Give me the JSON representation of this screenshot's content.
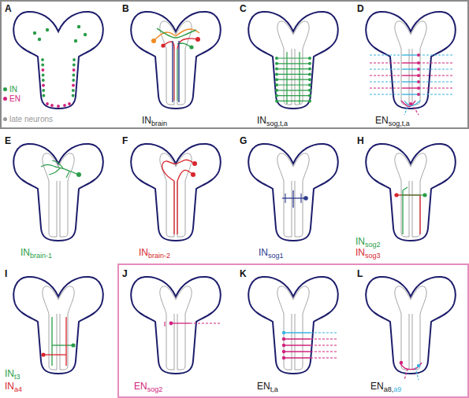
{
  "diagram": {
    "labels": [
      "A",
      "B",
      "C",
      "D",
      "INbrain",
      "INsog,t,a",
      "ENsog,t,a",
      "E",
      "F",
      "G",
      "H",
      "INbrain-1",
      "INbrain-2",
      "INsog1",
      "INsog2",
      "INsog3",
      "I",
      "J",
      "K",
      "L",
      "INt3",
      "INa4",
      "ENsog2",
      "ENt,a",
      "ENa8,a9"
    ],
    "legend": [
      {
        "text": "IN",
        "color": "#2a9d48"
      },
      {
        "text": "EN",
        "color": "#d1237c"
      },
      {
        "text": "late neurons",
        "color": "#999999"
      }
    ]
  }
}
